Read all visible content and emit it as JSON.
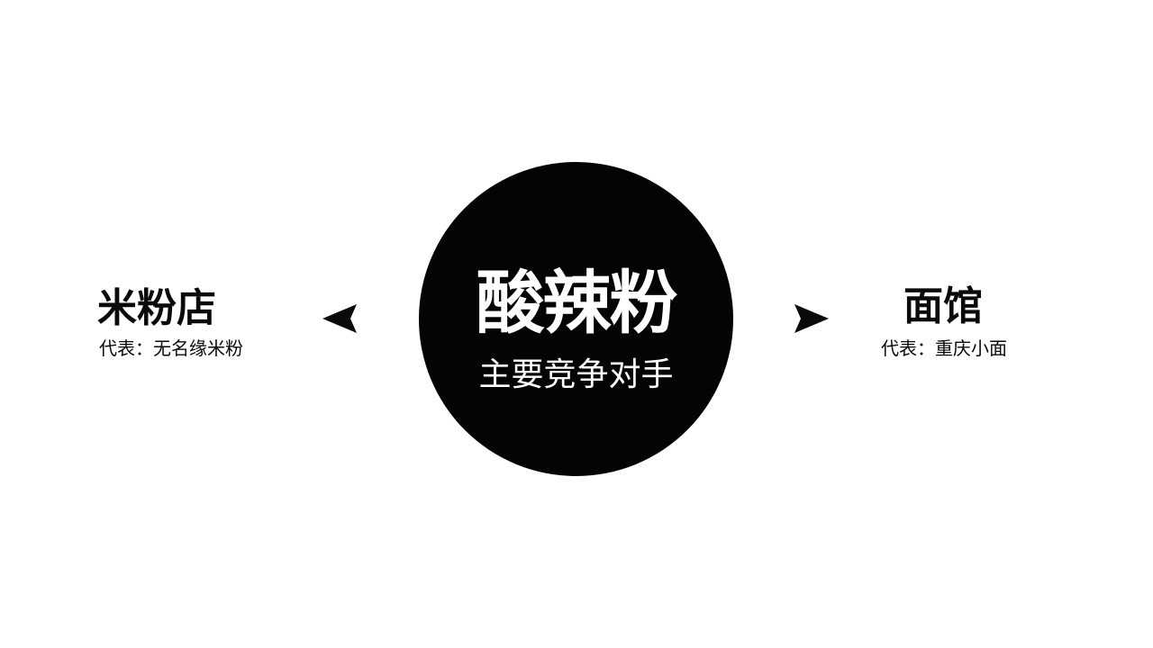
{
  "center": {
    "title": "酸辣粉",
    "subtitle": "主要竞争对手",
    "fill_color": "#050303",
    "text_color": "#ffffff"
  },
  "left": {
    "title": "米粉店",
    "subtitle": "代表：无名缘米粉",
    "arrow": "left-arrow-icon"
  },
  "right": {
    "title": "面馆",
    "subtitle": "代表：重庆小面",
    "arrow": "right-arrow-icon"
  }
}
